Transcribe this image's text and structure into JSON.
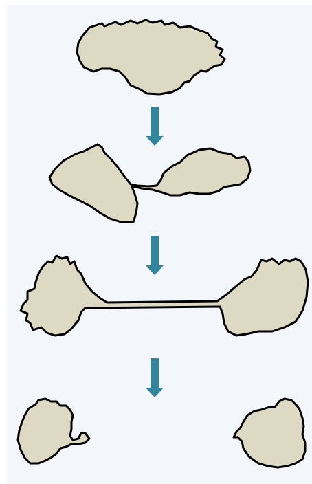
{
  "diagram": {
    "background_color": "#f3f7fc",
    "cell_fill_color": "#ddd9c3",
    "outline_color": "#000000",
    "arrow_color": "#31859c",
    "stages": [
      {
        "name": "intact-cell"
      },
      {
        "name": "cell-pinching"
      },
      {
        "name": "stretched-strand"
      },
      {
        "name": "separated-fragments"
      }
    ],
    "arrows": [
      {
        "icon": "down-arrow-icon"
      },
      {
        "icon": "down-arrow-icon"
      },
      {
        "icon": "down-arrow-icon"
      }
    ]
  }
}
